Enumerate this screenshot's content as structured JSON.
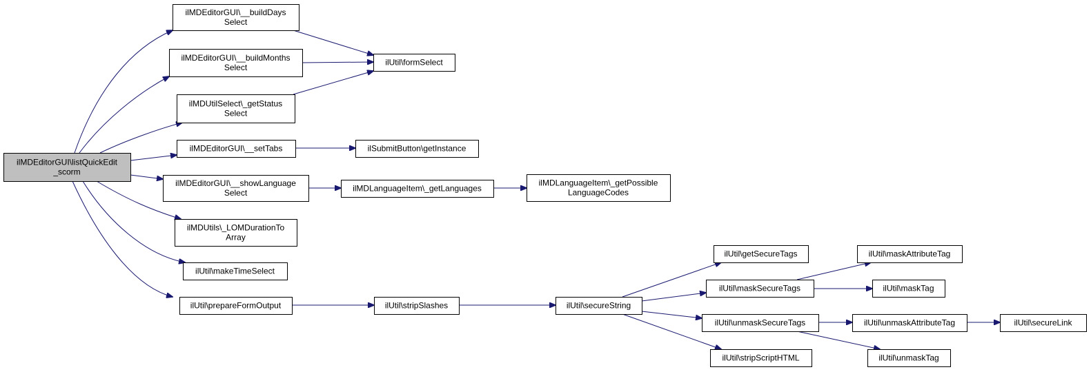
{
  "diagram": {
    "nodes": [
      {
        "id": "root",
        "lines": [
          "ilMDEditorGUI\\listQuickEdit",
          "_scorm"
        ],
        "highlighted": true
      },
      {
        "id": "buildDays",
        "lines": [
          "ilMDEditorGUI\\__buildDays",
          "Select"
        ]
      },
      {
        "id": "buildMonths",
        "lines": [
          "ilMDEditorGUI\\__buildMonths",
          "Select"
        ]
      },
      {
        "id": "getStatus",
        "lines": [
          "ilMDUtilSelect\\_getStatus",
          "Select"
        ]
      },
      {
        "id": "setTabs",
        "lines": [
          "ilMDEditorGUI\\__setTabs"
        ]
      },
      {
        "id": "showLanguage",
        "lines": [
          "ilMDEditorGUI\\__showLanguage",
          "Select"
        ]
      },
      {
        "id": "lomDuration",
        "lines": [
          "ilMDUtils\\_LOMDurationTo",
          "Array"
        ]
      },
      {
        "id": "makeTime",
        "lines": [
          "ilUtil\\makeTimeSelect"
        ]
      },
      {
        "id": "prepareForm",
        "lines": [
          "ilUtil\\prepareFormOutput"
        ]
      },
      {
        "id": "formSelect",
        "lines": [
          "ilUtil\\formSelect"
        ]
      },
      {
        "id": "getInstance",
        "lines": [
          "ilSubmitButton\\getInstance"
        ]
      },
      {
        "id": "getLanguages",
        "lines": [
          "ilMDLanguageItem\\_getLanguages"
        ]
      },
      {
        "id": "possibleCodes",
        "lines": [
          "ilMDLanguageItem\\_getPossible",
          "LanguageCodes"
        ]
      },
      {
        "id": "stripSlashes",
        "lines": [
          "ilUtil\\stripSlashes"
        ]
      },
      {
        "id": "secureString",
        "lines": [
          "ilUtil\\secureString"
        ]
      },
      {
        "id": "getSecureTags",
        "lines": [
          "ilUtil\\getSecureTags"
        ]
      },
      {
        "id": "maskSecureTags",
        "lines": [
          "ilUtil\\maskSecureTags"
        ]
      },
      {
        "id": "unmaskSecureTags",
        "lines": [
          "ilUtil\\unmaskSecureTags"
        ]
      },
      {
        "id": "stripScriptHTML",
        "lines": [
          "ilUtil\\stripScriptHTML"
        ]
      },
      {
        "id": "maskAttributeTag",
        "lines": [
          "ilUtil\\maskAttributeTag"
        ]
      },
      {
        "id": "maskTag",
        "lines": [
          "ilUtil\\maskTag"
        ]
      },
      {
        "id": "unmaskAttributeTag",
        "lines": [
          "ilUtil\\unmaskAttributeTag"
        ]
      },
      {
        "id": "unmaskTag",
        "lines": [
          "ilUtil\\unmaskTag"
        ]
      },
      {
        "id": "secureLink",
        "lines": [
          "ilUtil\\secureLink"
        ]
      }
    ],
    "edges": [
      {
        "from": "root",
        "to": "buildDays"
      },
      {
        "from": "root",
        "to": "buildMonths"
      },
      {
        "from": "root",
        "to": "getStatus"
      },
      {
        "from": "root",
        "to": "setTabs"
      },
      {
        "from": "root",
        "to": "showLanguage"
      },
      {
        "from": "root",
        "to": "lomDuration"
      },
      {
        "from": "root",
        "to": "makeTime"
      },
      {
        "from": "root",
        "to": "prepareForm"
      },
      {
        "from": "buildDays",
        "to": "formSelect"
      },
      {
        "from": "buildMonths",
        "to": "formSelect"
      },
      {
        "from": "getStatus",
        "to": "formSelect"
      },
      {
        "from": "setTabs",
        "to": "getInstance"
      },
      {
        "from": "showLanguage",
        "to": "getLanguages"
      },
      {
        "from": "getLanguages",
        "to": "possibleCodes"
      },
      {
        "from": "prepareForm",
        "to": "stripSlashes"
      },
      {
        "from": "stripSlashes",
        "to": "secureString"
      },
      {
        "from": "secureString",
        "to": "getSecureTags"
      },
      {
        "from": "secureString",
        "to": "maskSecureTags"
      },
      {
        "from": "secureString",
        "to": "unmaskSecureTags"
      },
      {
        "from": "secureString",
        "to": "stripScriptHTML"
      },
      {
        "from": "maskSecureTags",
        "to": "maskAttributeTag"
      },
      {
        "from": "maskSecureTags",
        "to": "maskTag"
      },
      {
        "from": "unmaskSecureTags",
        "to": "unmaskAttributeTag"
      },
      {
        "from": "unmaskSecureTags",
        "to": "unmaskTag"
      },
      {
        "from": "unmaskAttributeTag",
        "to": "secureLink"
      }
    ],
    "colors": {
      "edge": "#191970",
      "node_fill": "#ffffff",
      "highlight_fill": "#bfbfbf",
      "node_border": "#000000"
    }
  }
}
